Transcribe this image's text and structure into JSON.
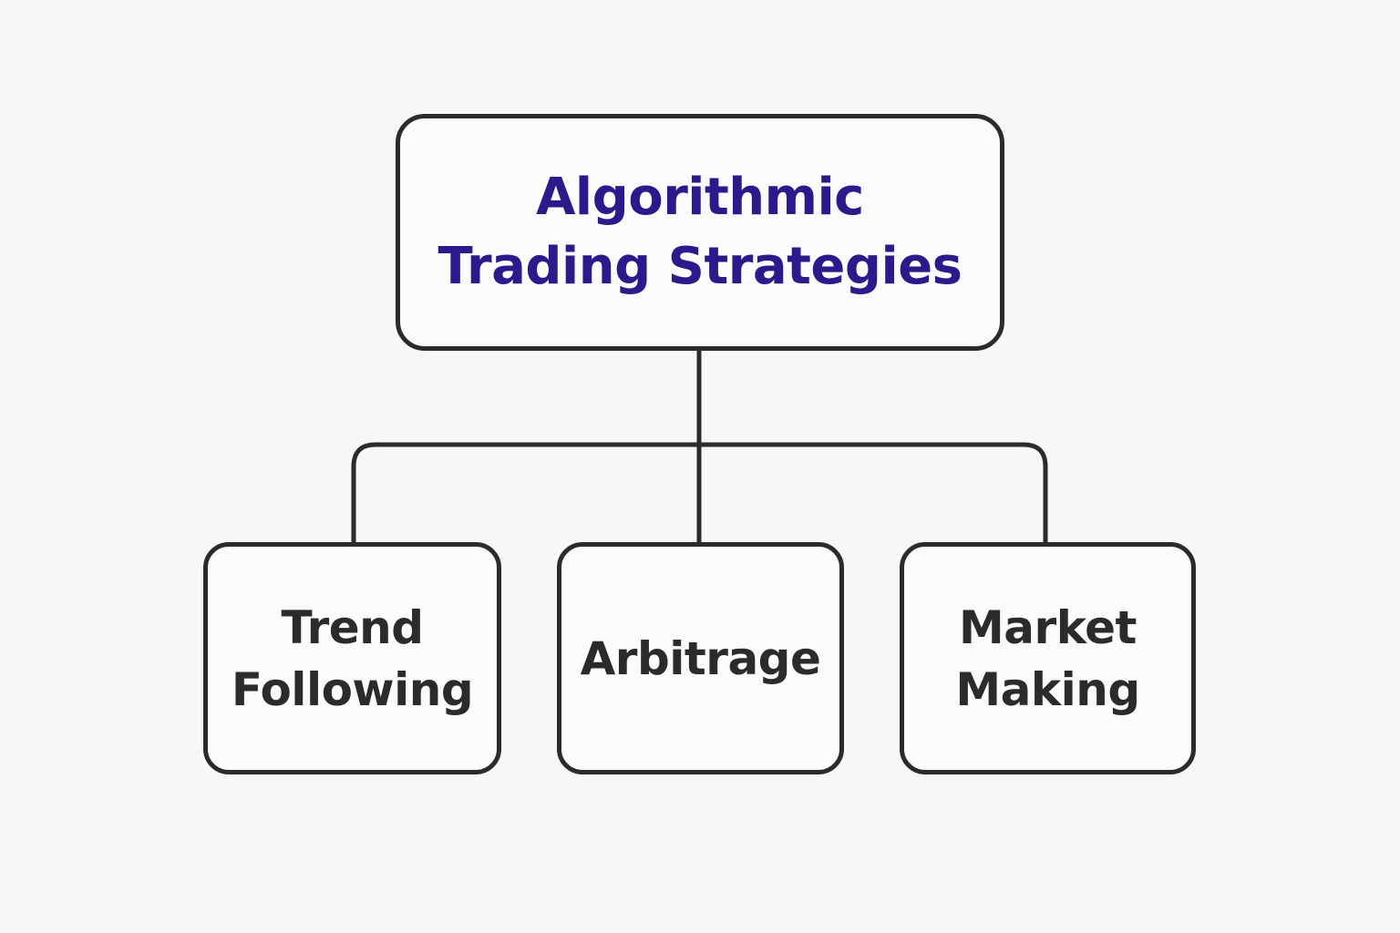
{
  "root": {
    "line1": "Algorithmic",
    "line2": "Trading Strategies"
  },
  "children": [
    {
      "line1": "Trend",
      "line2": "Following"
    },
    {
      "line1": "Arbitrage"
    },
    {
      "line1": "Market",
      "line2": "Making"
    }
  ],
  "colors": {
    "title": "#2a1a8c",
    "stroke": "#2b2b2b",
    "background": "#f7f7f7"
  }
}
